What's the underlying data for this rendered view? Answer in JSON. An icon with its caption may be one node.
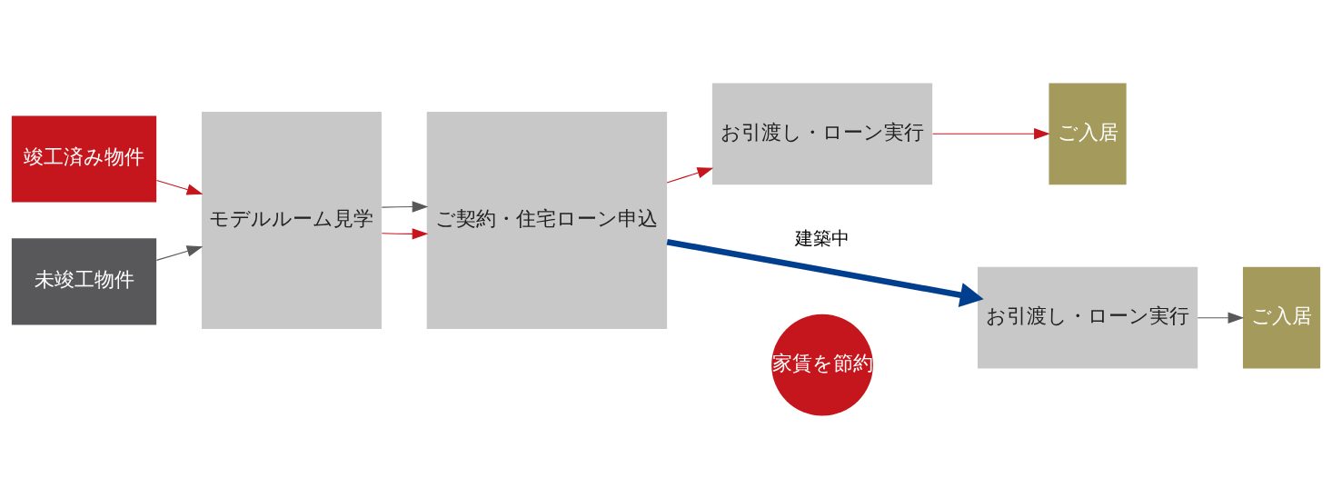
{
  "diagram": {
    "nodes": [
      {
        "text": [
          "竣工済み物件"
        ]
      },
      {
        "text": [
          "未竣工物件"
        ]
      },
      {
        "text": [
          "モデルルーム見学"
        ]
      },
      {
        "text": [
          "ご契約・住宅ローン申込"
        ]
      },
      {
        "text": [
          "お引渡し・ローン実行"
        ]
      },
      {
        "text": [
          "ご入居"
        ]
      },
      {
        "text": [
          "家賃を節約"
        ]
      },
      {
        "text": [
          "お引渡し・ローン実行"
        ]
      },
      {
        "text": [
          "ご入居"
        ]
      }
    ],
    "edges": [
      {
        "from": 0,
        "to": 2,
        "arrow": "to"
      },
      {
        "from": 1,
        "to": 2,
        "arrow": "to",
        "color": "#58585a"
      },
      {
        "from": 2,
        "to": 3,
        "arrow": "to"
      },
      {
        "from": 2,
        "to": 3,
        "arrow": "to",
        "color": "#58585a"
      },
      {
        "from": 3,
        "to": 4,
        "arrow": "to"
      },
      {
        "from": 4,
        "to": 5,
        "arrow": "to"
      },
      {
        "from": 3,
        "to": 7,
        "arrow": "to",
        "label": "建築中",
        "style": "thick",
        "color": "#003f8e"
      },
      {
        "from": 7,
        "to": 8,
        "arrow": "to",
        "color": "#58585a"
      }
    ]
  }
}
